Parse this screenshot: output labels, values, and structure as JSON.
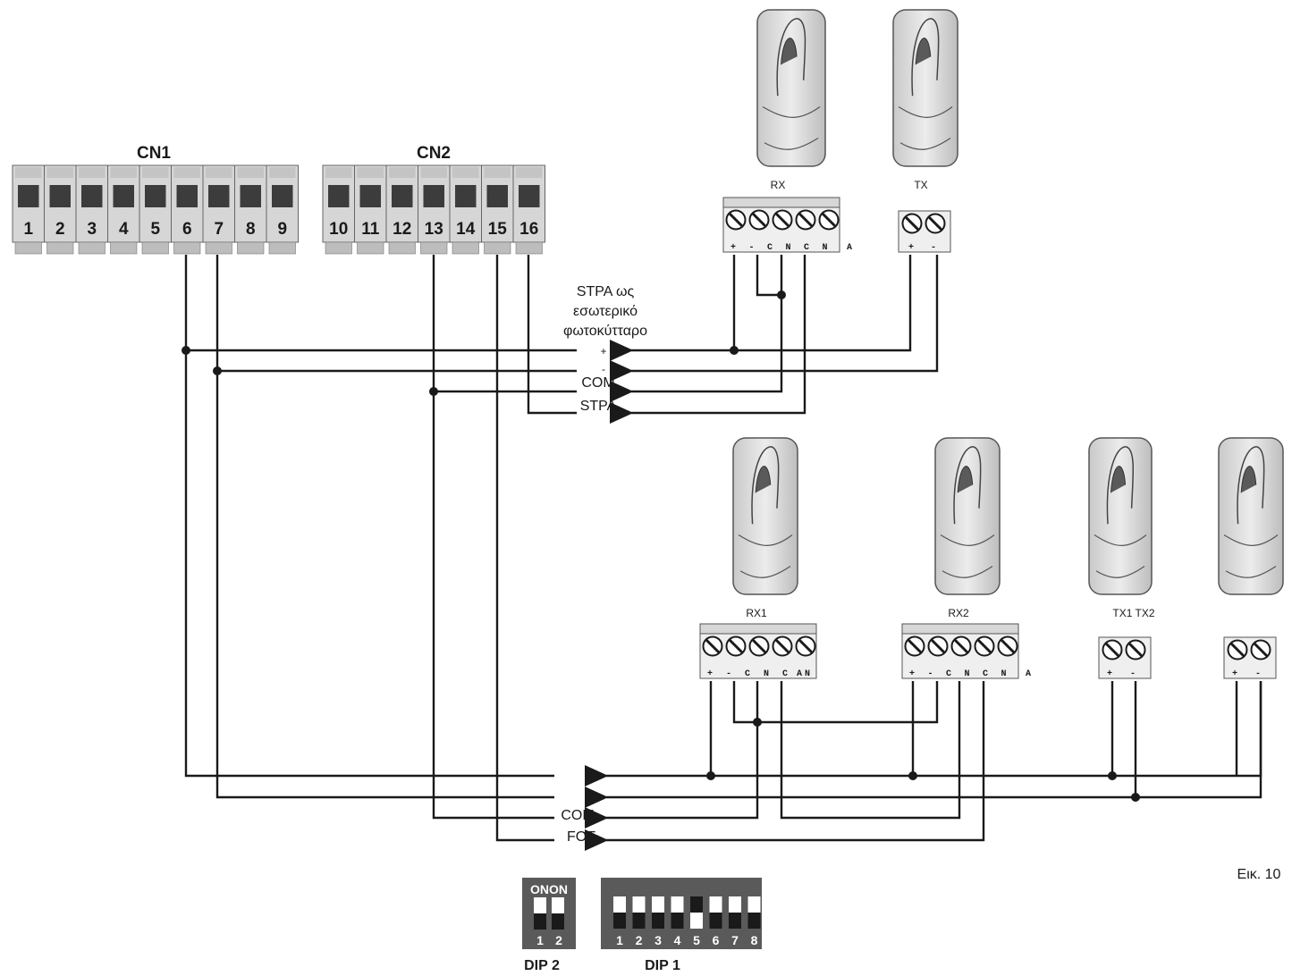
{
  "connectors": {
    "cn1": {
      "label": "CN1",
      "terminals": [
        "1",
        "2",
        "3",
        "4",
        "5",
        "6",
        "7",
        "8",
        "9"
      ]
    },
    "cn2": {
      "label": "CN2",
      "terminals": [
        "10",
        "11",
        "12",
        "13",
        "14",
        "15",
        "16"
      ]
    }
  },
  "top_group": {
    "rx": {
      "label": "RX",
      "pins": [
        "+",
        "-",
        "C",
        "N",
        "C",
        "N",
        "A"
      ]
    },
    "tx": {
      "label": "TX",
      "pins": [
        "+",
        "-"
      ]
    },
    "note": [
      "STPA ως",
      "εσωτερικό",
      "φωτοκύτταρο"
    ],
    "bus": [
      "+",
      "-",
      "COM",
      "STPA"
    ]
  },
  "bottom_group": {
    "rx1": {
      "label": "RX1",
      "pins": [
        "+",
        "-",
        "C",
        "N",
        "C",
        "A",
        "N"
      ]
    },
    "rx2": {
      "label": "RX2",
      "pins": [
        "+",
        "-",
        "C",
        "N",
        "C",
        "N",
        "A"
      ]
    },
    "tx_label": "TX1 TX2",
    "tx_pins": [
      "+",
      "-"
    ],
    "bus": [
      "+",
      "=",
      "COM",
      "FOT"
    ]
  },
  "dip2": {
    "header": "ONON",
    "numbers": [
      "1",
      "2"
    ],
    "label": "DIP 2"
  },
  "dip1": {
    "numbers": [
      "1",
      "2",
      "3",
      "4",
      "5",
      "6",
      "7",
      "8"
    ],
    "label": "DIP 1"
  },
  "figure_label": "Εικ. 10"
}
